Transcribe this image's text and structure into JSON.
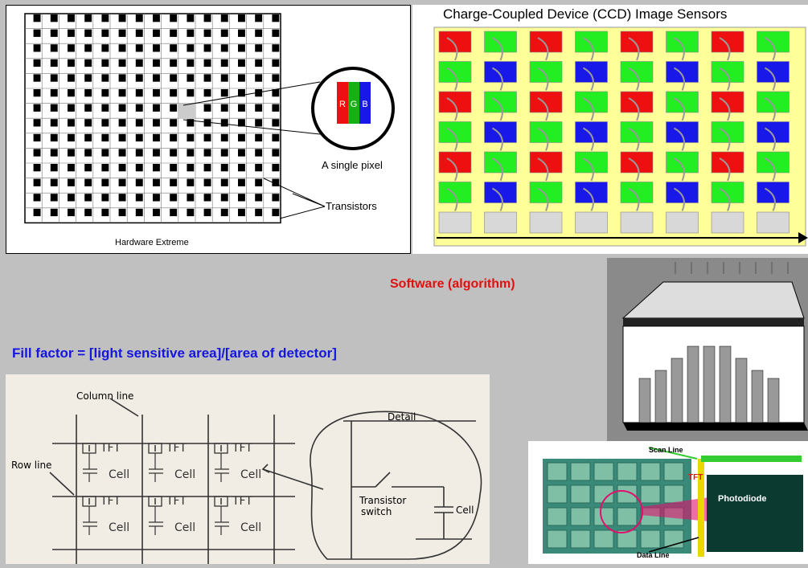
{
  "pixel_panel": {
    "caption": "Hardware Extreme",
    "zoom_label": "A single pixel",
    "rgb": [
      "R",
      "G",
      "B"
    ],
    "transistors_label": "Transistors"
  },
  "ccd_panel": {
    "title": "Charge-Coupled Device (CCD) Image Sensors",
    "pattern": [
      [
        "red",
        "green",
        "red",
        "green",
        "red",
        "green",
        "red",
        "green"
      ],
      [
        "green",
        "blue",
        "green",
        "blue",
        "green",
        "blue",
        "green",
        "blue"
      ],
      [
        "red",
        "green",
        "red",
        "green",
        "red",
        "green",
        "red",
        "green"
      ],
      [
        "green",
        "blue",
        "green",
        "blue",
        "green",
        "blue",
        "green",
        "blue"
      ],
      [
        "red",
        "green",
        "red",
        "green",
        "red",
        "green",
        "red",
        "green"
      ],
      [
        "green",
        "blue",
        "green",
        "blue",
        "green",
        "blue",
        "green",
        "blue"
      ],
      [
        "gray",
        "gray",
        "gray",
        "gray",
        "gray",
        "gray",
        "gray",
        "gray"
      ]
    ],
    "colors": {
      "red": "#ee1010",
      "green": "#22ee22",
      "blue": "#1818e8",
      "gray": "#d8d8d8",
      "background": "#ffff99"
    }
  },
  "software_label": "Software (algorithm)",
  "fill_factor_label": "Fill factor = [light sensitive area]/[area of detector]",
  "circuit_sketch": {
    "column_line": "Column line",
    "row_line": "Row line",
    "tft": "TFT",
    "cell": "Cell",
    "detail": "Detail",
    "transistor_switch_1": "Transistor",
    "transistor_switch_2": "switch",
    "detail_cell": "Cell"
  },
  "tft_panel": {
    "scan_line": "Scan Line",
    "tft": "TFT",
    "photodiode": "Photodiode",
    "data_line": "Data Line"
  }
}
